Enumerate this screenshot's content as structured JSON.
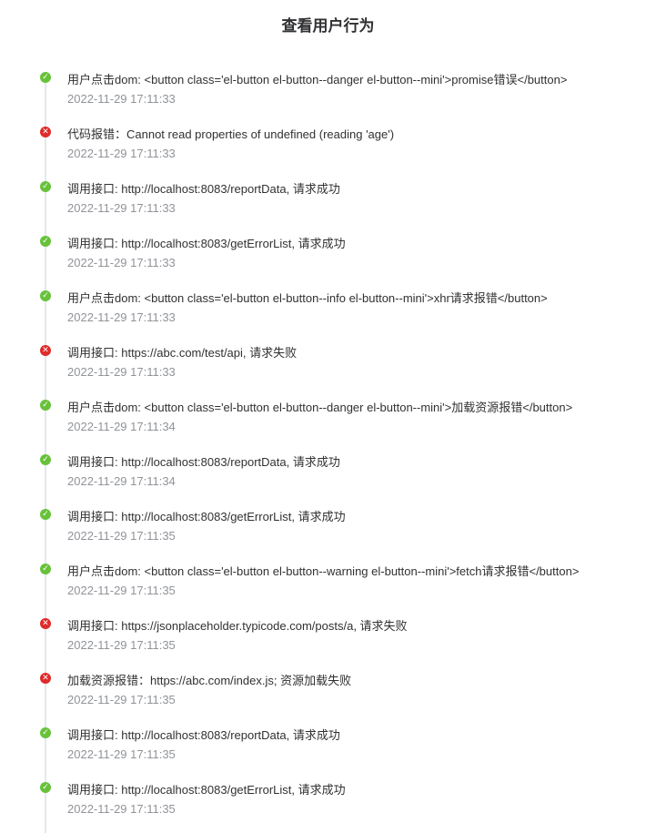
{
  "page": {
    "title": "查看用户行为"
  },
  "timeline": [
    {
      "status": "success",
      "icon": "check-icon",
      "content": "用户点击dom: <button class='el-button el-button--danger el-button--mini'>promise错误</button>",
      "timestamp": "2022-11-29 17:11:33"
    },
    {
      "status": "error",
      "icon": "close-icon",
      "content": "代码报错：Cannot read properties of undefined (reading 'age')",
      "timestamp": "2022-11-29 17:11:33"
    },
    {
      "status": "success",
      "icon": "check-icon",
      "content": "调用接口: http://localhost:8083/reportData, 请求成功",
      "timestamp": "2022-11-29 17:11:33"
    },
    {
      "status": "success",
      "icon": "check-icon",
      "content": "调用接口: http://localhost:8083/getErrorList, 请求成功",
      "timestamp": "2022-11-29 17:11:33"
    },
    {
      "status": "success",
      "icon": "check-icon",
      "content": "用户点击dom: <button class='el-button el-button--info el-button--mini'>xhr请求报错</button>",
      "timestamp": "2022-11-29 17:11:33"
    },
    {
      "status": "error",
      "icon": "close-icon",
      "content": "调用接口: https://abc.com/test/api, 请求失败",
      "timestamp": "2022-11-29 17:11:33"
    },
    {
      "status": "success",
      "icon": "check-icon",
      "content": "用户点击dom: <button class='el-button el-button--danger el-button--mini'>加载资源报错</button>",
      "timestamp": "2022-11-29 17:11:34"
    },
    {
      "status": "success",
      "icon": "check-icon",
      "content": "调用接口: http://localhost:8083/reportData, 请求成功",
      "timestamp": "2022-11-29 17:11:34"
    },
    {
      "status": "success",
      "icon": "check-icon",
      "content": "调用接口: http://localhost:8083/getErrorList, 请求成功",
      "timestamp": "2022-11-29 17:11:35"
    },
    {
      "status": "success",
      "icon": "check-icon",
      "content": "用户点击dom: <button class='el-button el-button--warning el-button--mini'>fetch请求报错</button>",
      "timestamp": "2022-11-29 17:11:35"
    },
    {
      "status": "error",
      "icon": "close-icon",
      "content": "调用接口: https://jsonplaceholder.typicode.com/posts/a, 请求失败",
      "timestamp": "2022-11-29 17:11:35"
    },
    {
      "status": "error",
      "icon": "close-icon",
      "content": "加载资源报错：https://abc.com/index.js; 资源加载失败",
      "timestamp": "2022-11-29 17:11:35"
    },
    {
      "status": "success",
      "icon": "check-icon",
      "content": "调用接口: http://localhost:8083/reportData, 请求成功",
      "timestamp": "2022-11-29 17:11:35"
    },
    {
      "status": "success",
      "icon": "check-icon",
      "content": "调用接口: http://localhost:8083/getErrorList, 请求成功",
      "timestamp": "2022-11-29 17:11:35"
    }
  ],
  "colors": {
    "success": "#67c23a",
    "error": "#e02a2a",
    "line": "#e4e7ed",
    "timestamp": "#909399",
    "text": "#303133"
  }
}
